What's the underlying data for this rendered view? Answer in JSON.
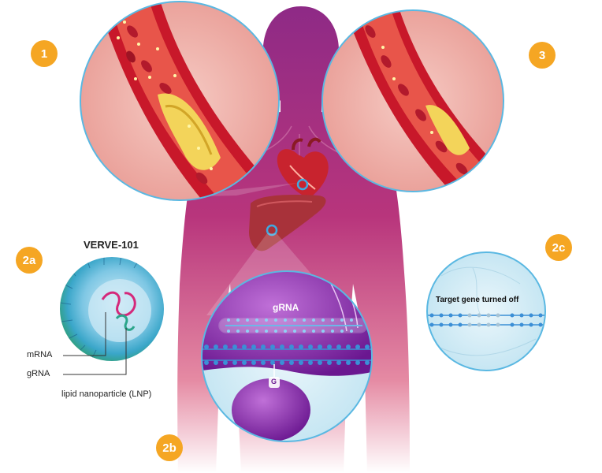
{
  "badges": {
    "step1": "1",
    "step2a": "2a",
    "step2b": "2b",
    "step2c": "2c",
    "step3": "3"
  },
  "labels": {
    "product": "VERVE-101",
    "mrna": "mRNA",
    "grna": "gRNA",
    "lnp": "lipid nanoparticle (LNP)",
    "grna_strand": "gRNA",
    "gene_off": "Target gene turned off",
    "edit_base": "G"
  },
  "colors": {
    "badge": "#f5a623",
    "silhouette": "#b5317a",
    "artery_wall": "#c8182a",
    "plaque": "#f3d45a",
    "blood_cell": "#b21a2c",
    "lnp_green": "#3fb37a",
    "lnp_blue": "#2f8fc9",
    "cell_purple": "#7b1fa2",
    "dna_blue": "#1f78c8"
  },
  "icons": {
    "body": "human-silhouette-icon",
    "heart": "heart-icon",
    "liver": "liver-icon",
    "artery": "artery-cross-section-icon",
    "lnp": "lipid-nanoparticle-icon",
    "dna": "dna-ladder-icon",
    "cell": "liver-cell-icon"
  }
}
